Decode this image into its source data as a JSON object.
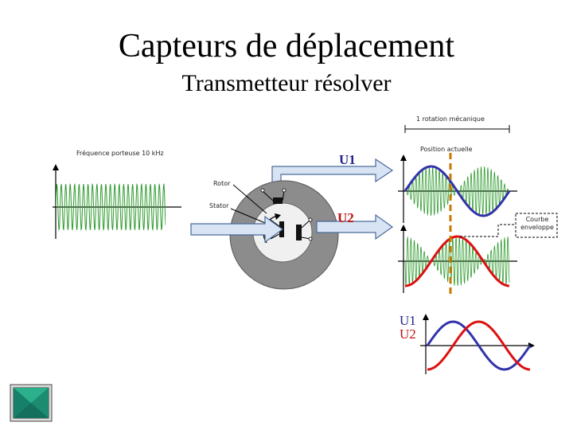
{
  "title": "Capteurs de déplacement",
  "subtitle": "Transmetteur  résolver",
  "labels": {
    "rotation": "1 rotation mécanique",
    "carrier": "Fréquence porteuse 10 kHz",
    "position": "Position actuelle",
    "rotor": "Rotor",
    "stator": "Stator",
    "envelope": "Courbe enveloppe",
    "u1": "U1",
    "u2": "U2",
    "u1_bottom": "U1",
    "u2_bottom": "U2"
  },
  "colors": {
    "carrier": "#2e9a2e",
    "u1_envelope": "#3333aa",
    "u2_envelope": "#dd1111",
    "u2_label": "#bb1111",
    "u1_label": "#222288",
    "arrow_fill": "#d8e4f4",
    "arrow_stroke": "#4a6a9a",
    "position_marker": "#c87800",
    "resolver_body": "#8c8c8c",
    "nav_button": "#1f9a7a"
  },
  "icons": {
    "nav": "triangle-nav-icon"
  }
}
